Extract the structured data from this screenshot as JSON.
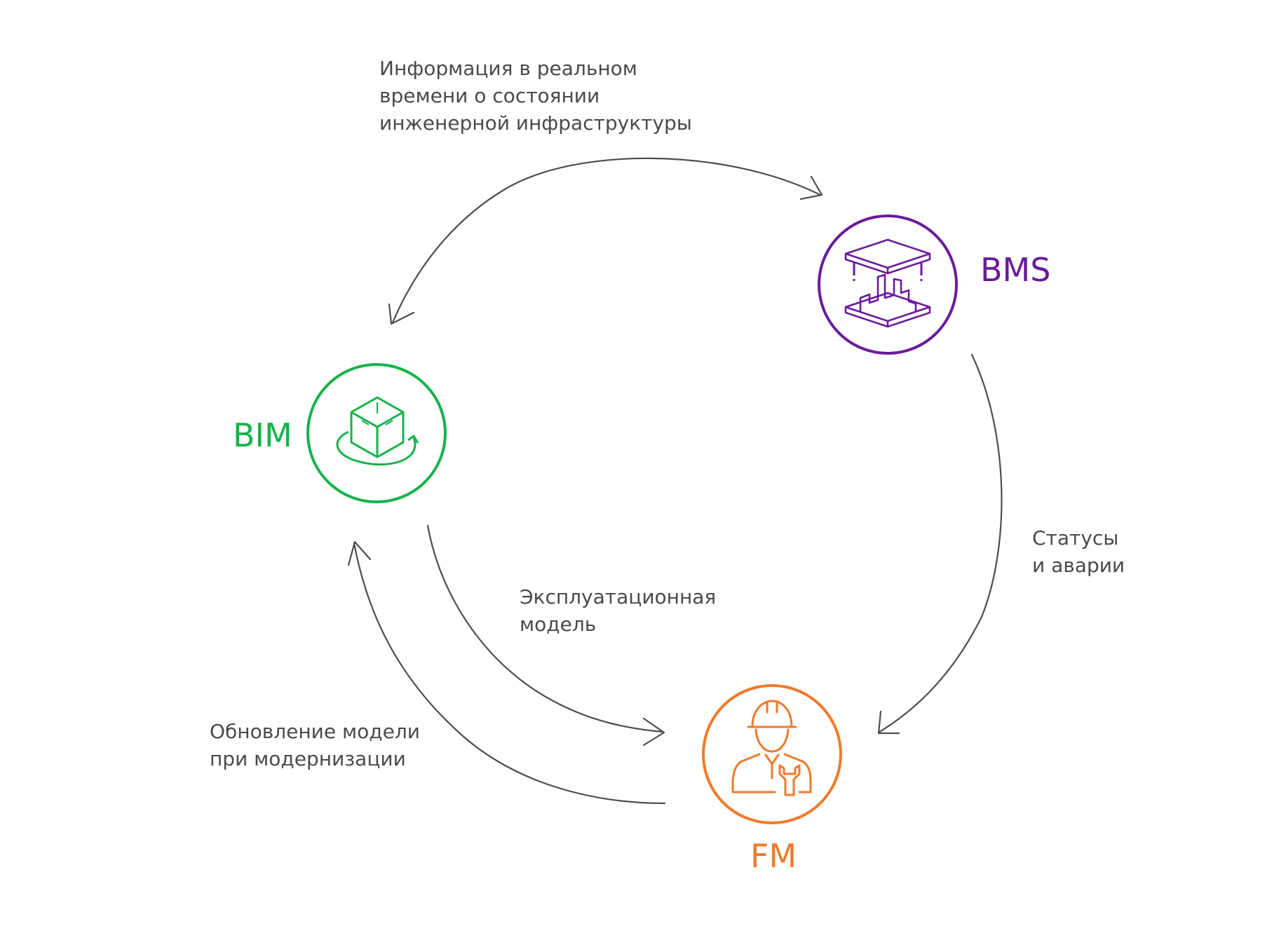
{
  "nodes": {
    "bim": {
      "label": "BIM",
      "color": "#17b24a",
      "icon": "rotating-cube-icon"
    },
    "bms": {
      "label": "BMS",
      "color": "#6a1b9a",
      "icon": "building-automation-icon"
    },
    "fm": {
      "label": "FM",
      "color": "#f07a2a",
      "icon": "engineer-with-wrench-icon"
    }
  },
  "edges": {
    "bms_to_bim": {
      "lines": [
        "Информация в реальном",
        "времени о состоянии",
        "инженерной инфраструктуры"
      ]
    },
    "bms_to_fm": {
      "lines": [
        "Статусы",
        "и аварии"
      ]
    },
    "bim_to_fm": {
      "lines": [
        "Эксплуатационная",
        "модель"
      ]
    },
    "fm_to_bim": {
      "lines": [
        "Обновление модели",
        "при модернизации"
      ]
    }
  },
  "colors": {
    "arrow": "#4d4d4d",
    "text": "#4a4a4a"
  }
}
